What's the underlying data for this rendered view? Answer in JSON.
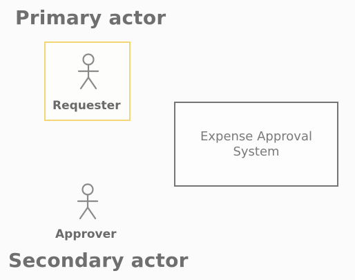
{
  "headings": {
    "primary": "Primary actor",
    "secondary": "Secondary actor"
  },
  "actors": {
    "requester": {
      "label": "Requester",
      "icon": "stick-figure-icon"
    },
    "approver": {
      "label": "Approver",
      "icon": "stick-figure-icon"
    }
  },
  "system": {
    "line1": "Expense Approval",
    "line2": "System"
  },
  "colors": {
    "highlight_border": "#f2d675",
    "text": "#6f6f6f",
    "system_border": "#757575"
  }
}
